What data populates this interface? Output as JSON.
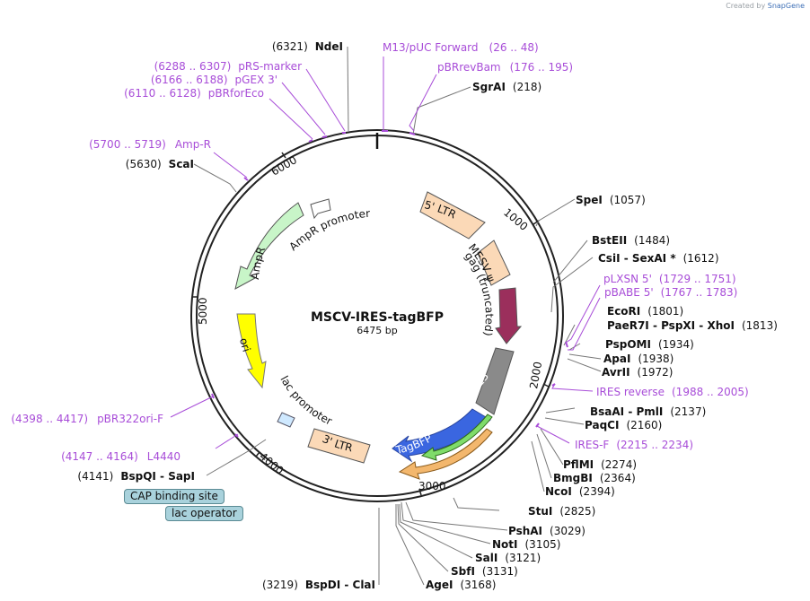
{
  "credit": {
    "prefix": "Created by",
    "brand": "SnapGene"
  },
  "plasmid": {
    "name": "MSCV-IRES-tagBFP",
    "size": "6475 bp"
  },
  "ticks": [
    "1000",
    "2000",
    "3000",
    "4000",
    "5000",
    "6000"
  ],
  "features": [
    {
      "label": "5' LTR",
      "color": "#fbd9b7"
    },
    {
      "label": "MESV ψ",
      "color": "#fbd9b7"
    },
    {
      "label": "gag (truncated)",
      "color": "#9b2f5c"
    },
    {
      "label": "IRES",
      "color": "#8a8a8a"
    },
    {
      "label": "TagBFP",
      "color": "#3a66e0"
    },
    {
      "label": "3' LTR",
      "color": "#fbd9b7"
    },
    {
      "label": "lac promoter",
      "color": "#cfe9ff"
    },
    {
      "label": "ori",
      "color": "#ffff00"
    },
    {
      "label": "AmpR",
      "color": "#c8f5c8"
    },
    {
      "label": "AmpR promoter",
      "color": "#ffffff"
    }
  ],
  "sites_right": [
    {
      "name": "SgrAI",
      "pos": "(218)"
    },
    {
      "name": "SpeI",
      "pos": "(1057)"
    },
    {
      "name": "BstEII",
      "pos": "(1484)"
    },
    {
      "name": "CsiI - SexAI *",
      "pos": "(1612)"
    },
    {
      "name": "pLXSN 5'",
      "pos": "(1729 .. 1751)"
    },
    {
      "name": "pBABE 5'",
      "pos": "(1767 .. 1783)"
    },
    {
      "name": "EcoRI",
      "pos": "(1801)"
    },
    {
      "name": "PaeR7I - PspXI - XhoI",
      "pos": "(1813)"
    },
    {
      "name": "PspOMI",
      "pos": "(1934)"
    },
    {
      "name": "ApaI",
      "pos": "(1938)"
    },
    {
      "name": "AvrII",
      "pos": "(1972)"
    },
    {
      "name": "IRES reverse",
      "pos": "(1988 .. 2005)"
    },
    {
      "name": "BsaAI - PmlI",
      "pos": "(2137)"
    },
    {
      "name": "PaqCI",
      "pos": "(2160)"
    },
    {
      "name": "IRES-F",
      "pos": "(2215 .. 2234)"
    },
    {
      "name": "PflMI",
      "pos": "(2274)"
    },
    {
      "name": "BmgBI",
      "pos": "(2364)"
    },
    {
      "name": "NcoI",
      "pos": "(2394)"
    },
    {
      "name": "StuI",
      "pos": "(2825)"
    },
    {
      "name": "PshAI",
      "pos": "(3029)"
    },
    {
      "name": "NotI",
      "pos": "(3105)"
    },
    {
      "name": "SalI",
      "pos": "(3121)"
    },
    {
      "name": "SbfI",
      "pos": "(3131)"
    },
    {
      "name": "AgeI",
      "pos": "(3168)"
    },
    {
      "name": "M13/pUC Forward",
      "pos": "(26 .. 48)"
    },
    {
      "name": "pBRrevBam",
      "pos": "(176 .. 195)"
    }
  ],
  "sites_left": [
    {
      "name": "NdeI",
      "pos": "(6321)"
    },
    {
      "name": "pRS-marker",
      "pos": "(6288 .. 6307)"
    },
    {
      "name": "pGEX 3'",
      "pos": "(6166 .. 6188)"
    },
    {
      "name": "pBRforEco",
      "pos": "(6110 .. 6128)"
    },
    {
      "name": "Amp-R",
      "pos": "(5700 .. 5719)"
    },
    {
      "name": "ScaI",
      "pos": "(5630)"
    },
    {
      "name": "pBR322ori-F",
      "pos": "(4398 .. 4417)"
    },
    {
      "name": "L4440",
      "pos": "(4147 .. 4164)"
    },
    {
      "name": "BspQI - SapI",
      "pos": "(4141)"
    },
    {
      "name": "BspDI - ClaI",
      "pos": "(3219)"
    }
  ],
  "boxes": [
    "CAP binding site",
    "lac operator"
  ]
}
